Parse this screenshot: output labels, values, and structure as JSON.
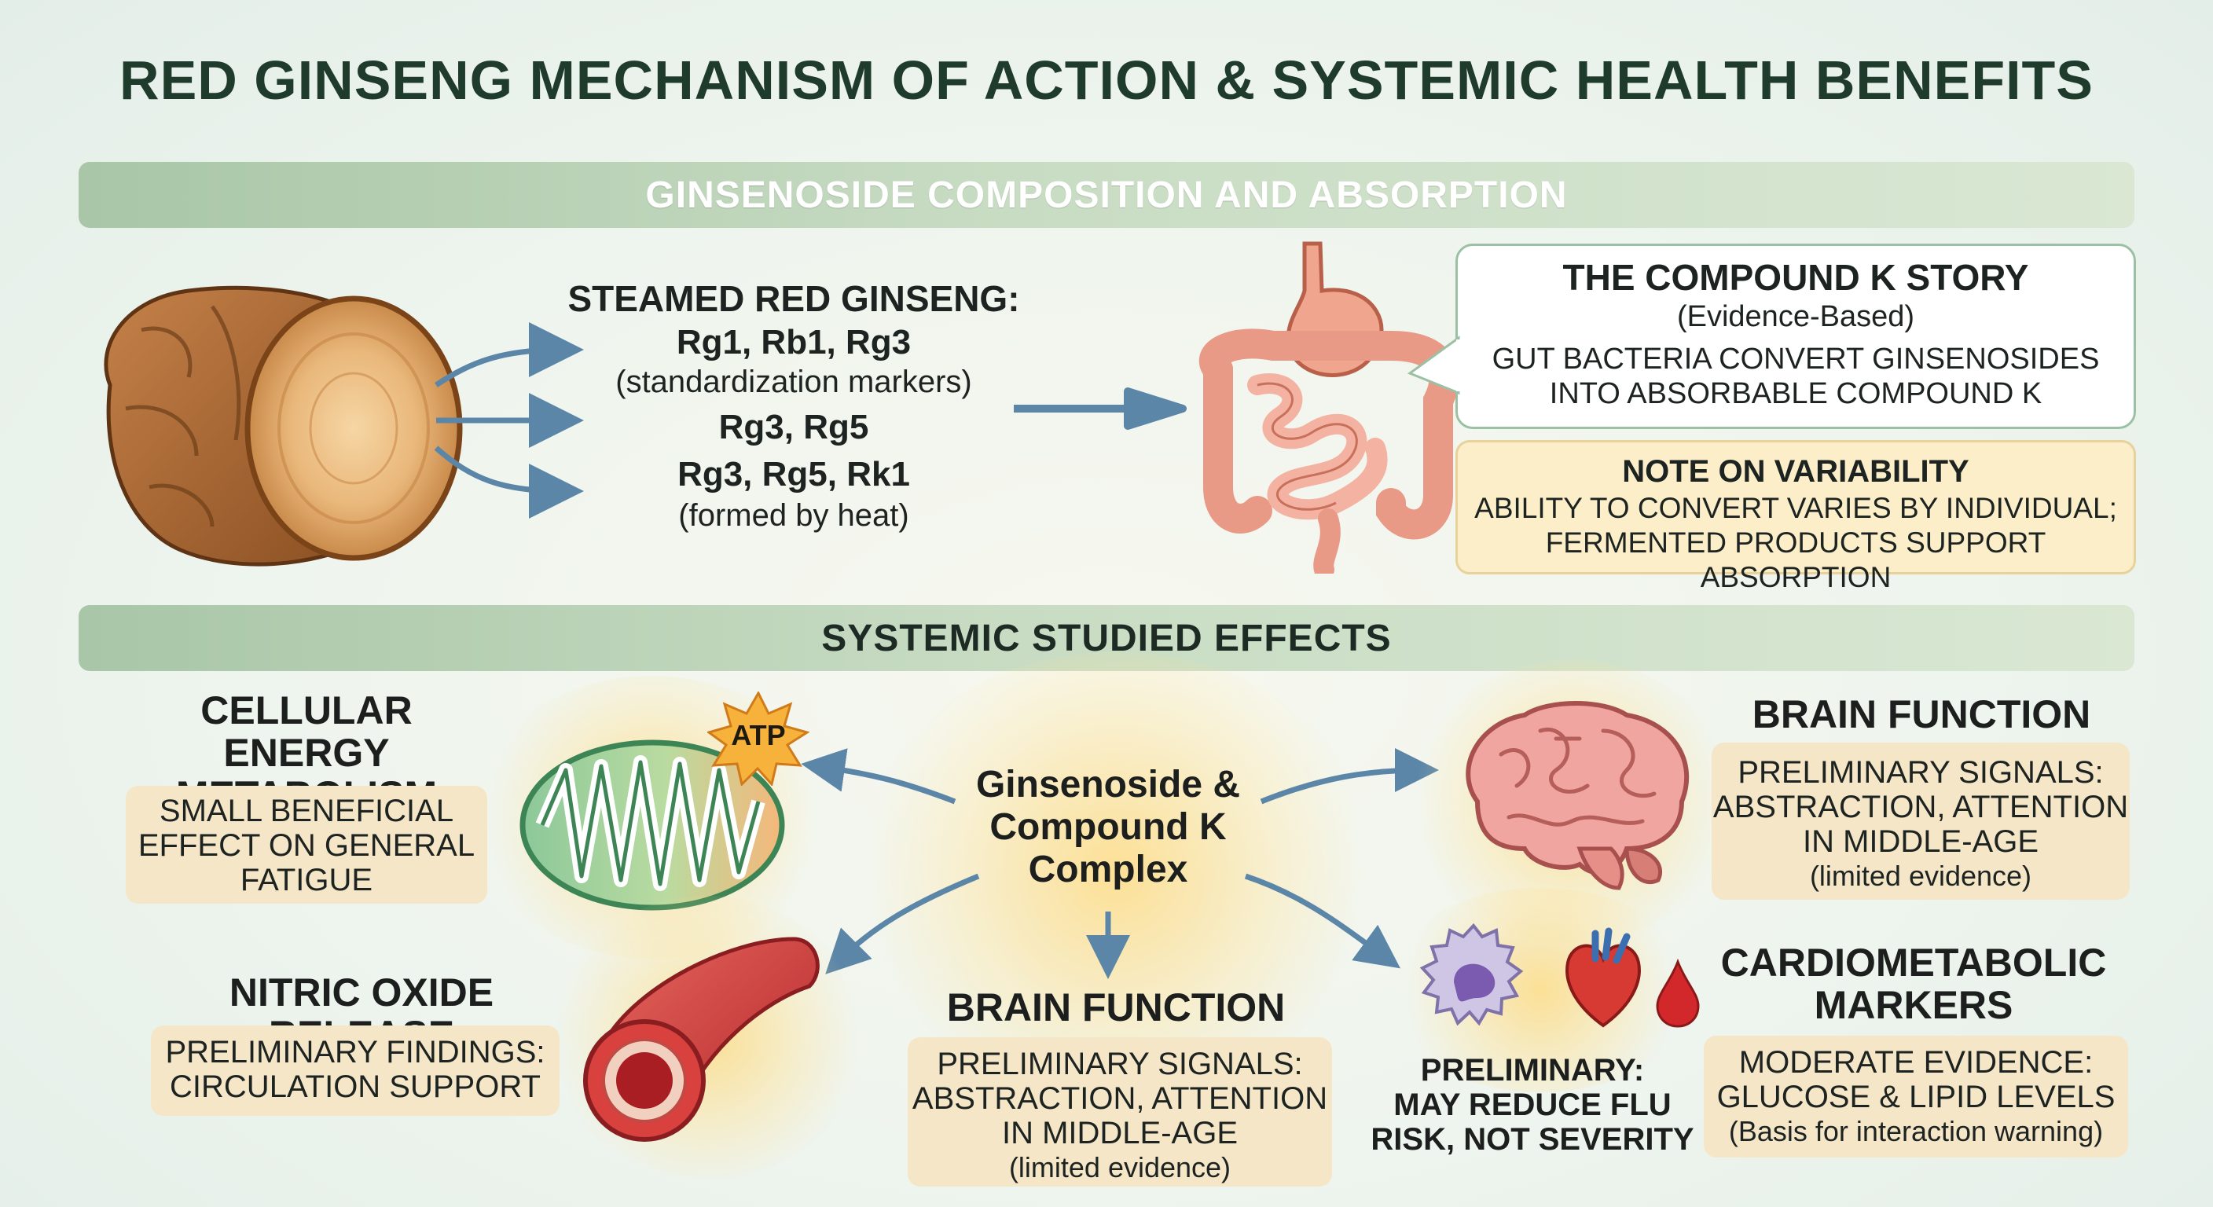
{
  "title": "RED GINSENG MECHANISM OF ACTION & SYSTEMIC HEALTH BENEFITS",
  "section1": {
    "header": "GINSENOSIDE COMPOSITION AND ABSORPTION",
    "steamed": {
      "heading": "STEAMED RED GINSENG:",
      "group1": "Rg1, Rb1, Rg3",
      "group1_note": "(standardization markers)",
      "group2": "Rg3, Rg5",
      "group3": "Rg3, Rg5, Rk1",
      "group3_note": "(formed by heat)"
    },
    "compound_k": {
      "title": "THE COMPOUND K STORY",
      "subtitle": "(Evidence-Based)",
      "line1": "GUT BACTERIA CONVERT GINSENOSIDES",
      "line2": "INTO ABSORBABLE COMPOUND K"
    },
    "variability": {
      "title": "NOTE ON VARIABILITY",
      "line1": "ABILITY TO CONVERT VARIES BY INDIVIDUAL;",
      "line2": "FERMENTED PRODUCTS SUPPORT ABSORPTION"
    }
  },
  "section2": {
    "header": "SYSTEMIC STUDIED EFFECTS",
    "hub": {
      "line1": "Ginsenoside &",
      "line2": "Compound K",
      "line3": "Complex"
    },
    "atp_label": "ATP",
    "cellular": {
      "title1": "CELLULAR ENERGY",
      "title2": "METABOLISM",
      "line1": "SMALL BENEFICIAL",
      "line2": "EFFECT ON GENERAL",
      "line3": "FATIGUE"
    },
    "nitric": {
      "title": "NITRIC OXIDE RELEASE",
      "line1": "PRELIMINARY FINDINGS:",
      "line2": "CIRCULATION SUPPORT"
    },
    "brain_center": {
      "title": "BRAIN FUNCTION",
      "line1": "PRELIMINARY SIGNALS:",
      "line2": "ABSTRACTION, ATTENTION",
      "line3": "IN MIDDLE-AGE",
      "line4": "(limited evidence)"
    },
    "brain_right": {
      "title": "BRAIN FUNCTION",
      "line1": "PRELIMINARY SIGNALS:",
      "line2": "ABSTRACTION, ATTENTION",
      "line3": "IN MIDDLE-AGE",
      "line4": "(limited evidence)"
    },
    "immune": {
      "line1": "PRELIMINARY:",
      "line2": "MAY REDUCE FLU",
      "line3": "RISK, NOT SEVERITY"
    },
    "cardio": {
      "title1": "CARDIOMETABOLIC",
      "title2": "MARKERS",
      "line1": "MODERATE EVIDENCE:",
      "line2": "GLUCOSE & LIPID LEVELS",
      "line3": "(Basis for interaction warning)"
    }
  },
  "colors": {
    "title": "#1f3b2c",
    "band_green": "#a9c6a8",
    "arrow_blue": "#5b86a8",
    "yellow_box": "#fbeec9",
    "tan_box": "#f6e6c8"
  }
}
